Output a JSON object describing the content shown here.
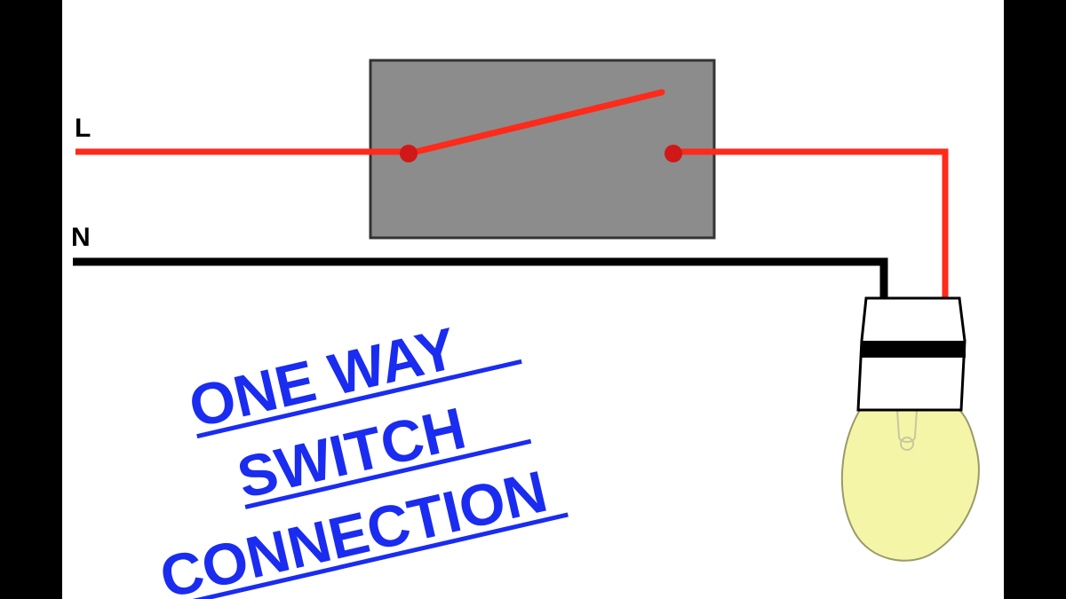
{
  "labels": {
    "live": "L",
    "neutral": "N"
  },
  "title": {
    "line1": "ONE WAY",
    "line2": "SWITCH",
    "line3": "CONNECTION"
  },
  "colors": {
    "background": "#ffffff",
    "frame": "#000000",
    "live_wire": "#ff2a1a",
    "neutral_wire": "#000000",
    "switch_box": "#8c8c8c",
    "switch_lever": "#ff2a1a",
    "terminal": "#d01818",
    "bulb_glass": "#f5f5a8",
    "bulb_holder": "#ffffff",
    "title_text": "#1a2cf0"
  },
  "components": {
    "switch": "one-way-switch",
    "lamp": "light-bulb-icon"
  }
}
